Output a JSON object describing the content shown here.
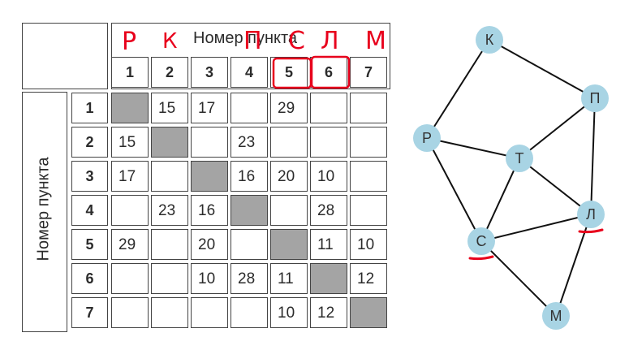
{
  "table": {
    "top_header": "Номер пункта",
    "left_header": "Номер пункта",
    "column_labels": [
      "1",
      "2",
      "3",
      "4",
      "5",
      "6",
      "7"
    ],
    "row_labels": [
      "1",
      "2",
      "3",
      "4",
      "5",
      "6",
      "7"
    ],
    "rows": [
      [
        "",
        "15",
        "17",
        "",
        "29",
        "",
        ""
      ],
      [
        "15",
        "",
        "",
        "23",
        "",
        "",
        ""
      ],
      [
        "17",
        "",
        "",
        "16",
        "20",
        "10",
        ""
      ],
      [
        "",
        "23",
        "16",
        "",
        "",
        "28",
        ""
      ],
      [
        "29",
        "",
        "20",
        "",
        "",
        "11",
        "10"
      ],
      [
        "",
        "",
        "10",
        "28",
        "11",
        "",
        "12"
      ],
      [
        "",
        "",
        "",
        "",
        "10",
        "12",
        ""
      ]
    ]
  },
  "annotations": {
    "column_letters": [
      "Р",
      "К",
      "П",
      "С",
      "Л",
      "М"
    ],
    "ink_color": "#e8001c"
  },
  "graph": {
    "vertices": [
      {
        "id": "K",
        "label": "К"
      },
      {
        "id": "P_",
        "label": "П"
      },
      {
        "id": "R",
        "label": "Р"
      },
      {
        "id": "T",
        "label": "Т"
      },
      {
        "id": "L",
        "label": "Л"
      },
      {
        "id": "S",
        "label": "С"
      },
      {
        "id": "M",
        "label": "М"
      }
    ],
    "edges": [
      [
        "K",
        "R"
      ],
      [
        "K",
        "P_"
      ],
      [
        "P_",
        "T"
      ],
      [
        "P_",
        "L"
      ],
      [
        "R",
        "T"
      ],
      [
        "R",
        "S"
      ],
      [
        "T",
        "S"
      ],
      [
        "T",
        "L"
      ],
      [
        "S",
        "L"
      ],
      [
        "S",
        "M"
      ],
      [
        "L",
        "M"
      ]
    ],
    "vertex_color": "#a8d4e4",
    "underlined": [
      "S",
      "L"
    ]
  }
}
